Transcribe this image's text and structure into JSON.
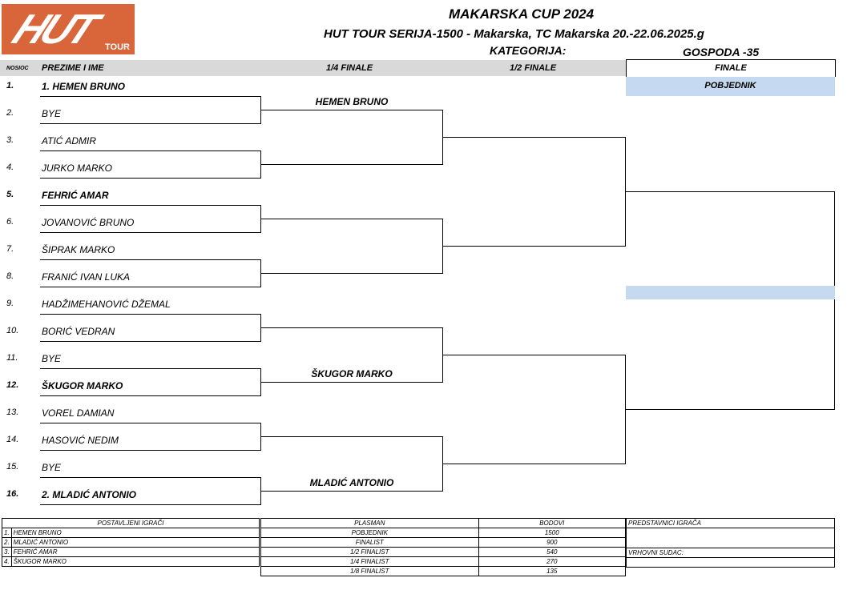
{
  "logo": {
    "text": "HUT",
    "sub": "TOUR"
  },
  "header": {
    "title": "MAKARSKA CUP 2024",
    "subtitle": "HUT TOUR SERIJA-1500 - Makarska, TC Makarska 20.-22.06.2025.g",
    "kategorija_label": "KATEGORIJA:",
    "kategorija": "GOSPODA -35"
  },
  "columns": {
    "seed": "NOSIOC",
    "name": "PREZIME I IME",
    "qf": "1/4 FINALE",
    "sf": "1/2 FINALE",
    "final": "FINALE",
    "winner": "POBJEDNIK"
  },
  "players": [
    {
      "seed": "1.",
      "name": "1.  HEMEN BRUNO",
      "bold": true
    },
    {
      "seed": "2.",
      "name": "BYE"
    },
    {
      "seed": "3.",
      "name": "ATIĆ ADMIR"
    },
    {
      "seed": "4.",
      "name": "JURKO MARKO"
    },
    {
      "seed": "5.",
      "name": "FEHRIĆ AMAR",
      "bold": true
    },
    {
      "seed": "6.",
      "name": "JOVANOVIĆ BRUNO"
    },
    {
      "seed": "7.",
      "name": "ŠIPRAK MARKO"
    },
    {
      "seed": "8.",
      "name": "FRANIĆ IVAN LUKA"
    },
    {
      "seed": "9.",
      "name": "HADŽIMEHANOVIĆ DŽEMAL"
    },
    {
      "seed": "10.",
      "name": "BORIĆ VEDRAN"
    },
    {
      "seed": "11.",
      "name": "BYE"
    },
    {
      "seed": "12.",
      "name": "ŠKUGOR MARKO",
      "bold": true
    },
    {
      "seed": "13.",
      "name": "VOREL DAMIAN"
    },
    {
      "seed": "14.",
      "name": "HASOVIĆ NEDIM"
    },
    {
      "seed": "15.",
      "name": "BYE"
    },
    {
      "seed": "16.",
      "name": "2.  MLADIĆ ANTONIO",
      "bold": true
    }
  ],
  "qf_winners": [
    "HEMEN BRUNO",
    "",
    "",
    "",
    "",
    "ŠKUGOR MARKO",
    "",
    "MLADIĆ ANTONIO"
  ],
  "summary": {
    "seeded_header": "POSTAVLJENI IGRAČI",
    "seeded": [
      {
        "n": "1.",
        "name": "HEMEN BRUNO"
      },
      {
        "n": "2.",
        "name": "MLADIĆ ANTONIO"
      },
      {
        "n": "3.",
        "name": "FEHRIĆ AMAR"
      },
      {
        "n": "4.",
        "name": "ŠKUGOR MARKO"
      }
    ],
    "plasman_header": "PLASMAN",
    "bodovi_header": "BODOVI",
    "points": [
      {
        "p": "POBJEDNIK",
        "b": "1500"
      },
      {
        "p": "FINALIST",
        "b": "900"
      },
      {
        "p": "1/2 FINALIST",
        "b": "540"
      },
      {
        "p": "1/4 FINALIST",
        "b": "270"
      },
      {
        "p": "1/8 FINALIST",
        "b": "135"
      }
    ],
    "reps": "PREDSTAVNICI IGRAČA",
    "referee": "VRHOVNI SUDAC:"
  }
}
